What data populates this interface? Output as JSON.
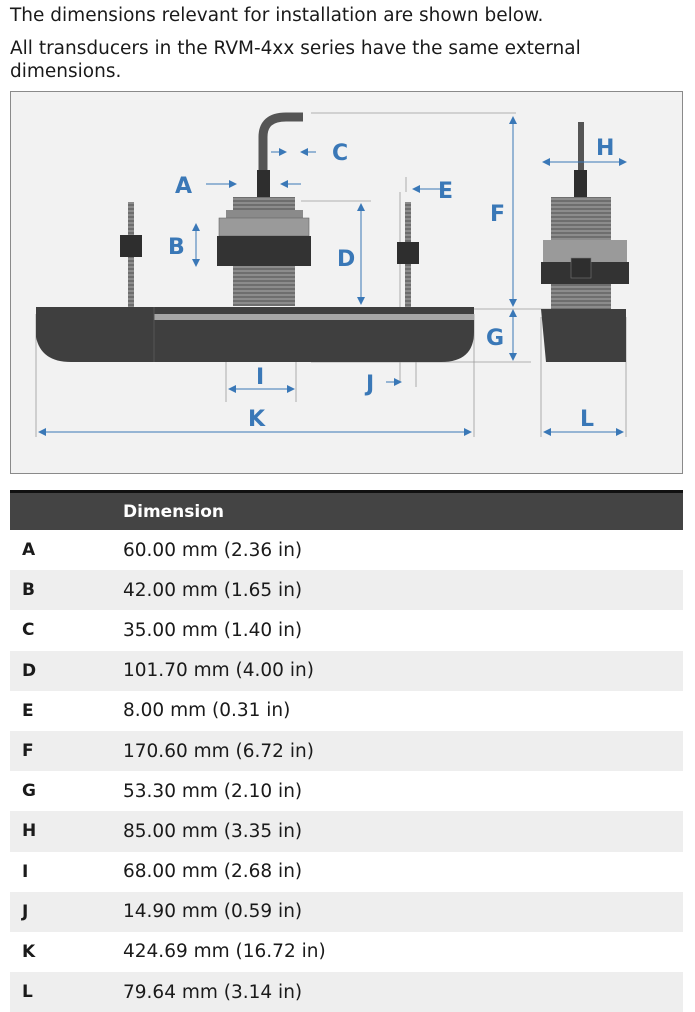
{
  "intro": {
    "line1": "The dimensions relevant for installation are shown below.",
    "line2": "All transducers in the RVM-4xx series have the same external dimensions."
  },
  "diagram": {
    "labels": [
      "A",
      "B",
      "C",
      "D",
      "E",
      "F",
      "G",
      "H",
      "I",
      "J",
      "K",
      "L"
    ],
    "label_color": "#3a78b7",
    "body_color": "#3f3f3f"
  },
  "table": {
    "header": {
      "key": "",
      "dimension": "Dimension"
    },
    "rows": [
      {
        "key": "A",
        "value": "60.00 mm (2.36 in)"
      },
      {
        "key": "B",
        "value": "42.00 mm (1.65 in)"
      },
      {
        "key": "C",
        "value": "35.00 mm (1.40 in)"
      },
      {
        "key": "D",
        "value": "101.70 mm (4.00 in)"
      },
      {
        "key": "E",
        "value": "8.00 mm (0.31 in)"
      },
      {
        "key": "F",
        "value": "170.60 mm (6.72 in)"
      },
      {
        "key": "G",
        "value": "53.30 mm (2.10 in)"
      },
      {
        "key": "H",
        "value": "85.00 mm (3.35 in)"
      },
      {
        "key": "I",
        "value": "68.00 mm (2.68 in)"
      },
      {
        "key": "J",
        "value": "14.90 mm (0.59 in)"
      },
      {
        "key": "K",
        "value": "424.69 mm (16.72 in)"
      },
      {
        "key": "L",
        "value": "79.64 mm (3.14 in)"
      }
    ]
  }
}
